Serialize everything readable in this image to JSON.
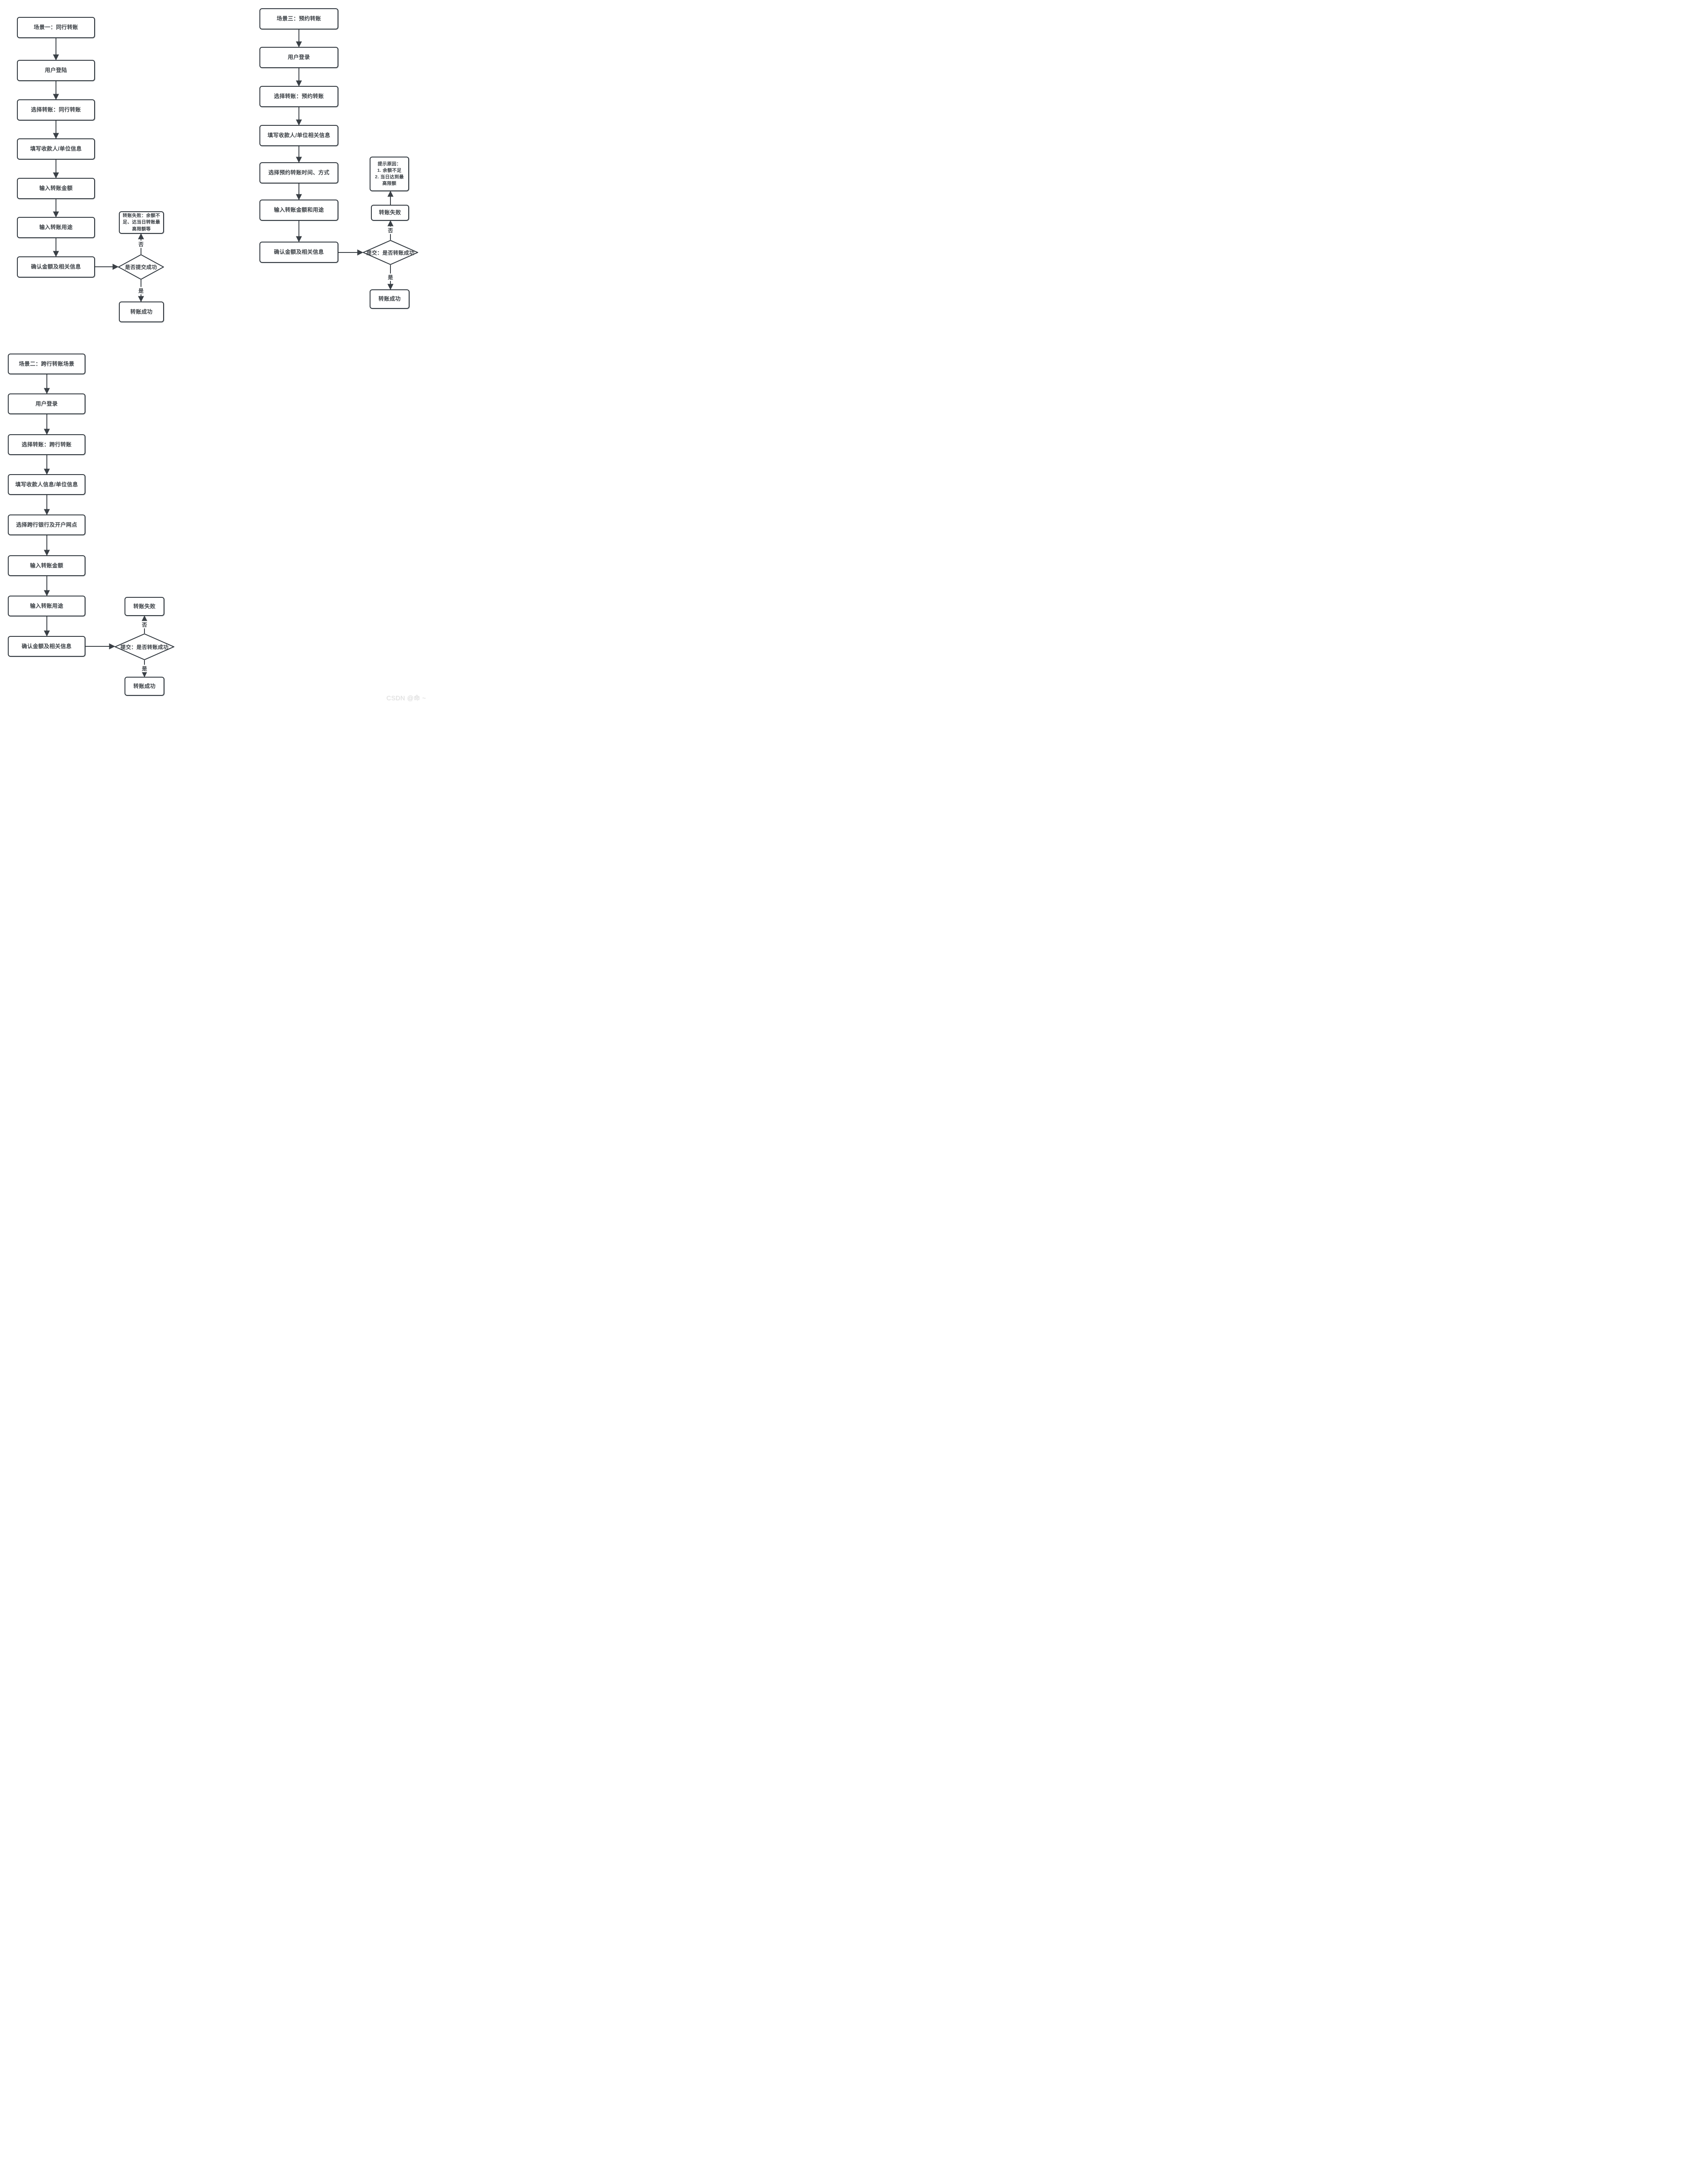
{
  "labels": {
    "yes": "是",
    "no": "否"
  },
  "watermark": "CSDN @命 ~",
  "colors": {
    "node_border": "#2f363d",
    "connector": "#3a4046",
    "text": "#3d4247",
    "watermark": "#dedede",
    "background": "#ffffff"
  },
  "scenarios": [
    {
      "id": "scenario-1",
      "title": "场景一：同行转账",
      "steps": [
        "用户登陆",
        "选择转账：同行转账",
        "填写收款人/单位信息",
        "输入转账金额",
        "输入转账用途",
        "确认金额及相关信息"
      ],
      "decision": "是否提交成功",
      "fail": "转账失败：余额不足、达当日转账最高限额等",
      "success": "转账成功"
    },
    {
      "id": "scenario-2",
      "title": "场景二：跨行转账场景",
      "steps": [
        "用户登录",
        "选择转账：跨行转账",
        "填写收款人信息/单位信息",
        "选择跨行银行及开户网点",
        "输入转账金额",
        "输入转账用途",
        "确认金额及相关信息"
      ],
      "decision": "提交：是否转账成功",
      "fail": "转账失败",
      "success": "转账成功"
    },
    {
      "id": "scenario-3",
      "title": "场景三：预约转账",
      "steps": [
        "用户登录",
        "选择转账：预约转账",
        "填写收款人/单位相关信息",
        "选择预约转账时间、方式",
        "输入转账金额和用途",
        "确认金额及相关信息"
      ],
      "decision": "提交：是否转账成功",
      "fail": "转账失败",
      "fail_reason": "提示原因：\n1. 余额不足\n2. 当日达到最高限额",
      "success": "转账成功"
    }
  ]
}
